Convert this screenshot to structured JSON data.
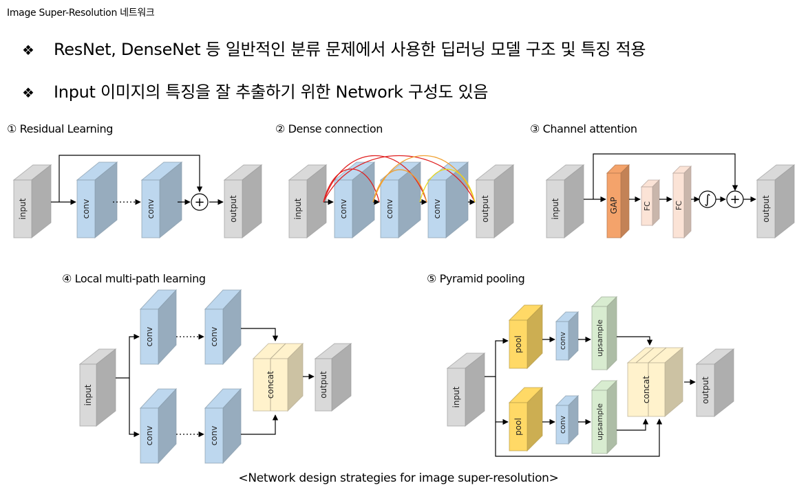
{
  "header": {
    "title": "Image Super-Resolution 네트워크"
  },
  "bullets": [
    {
      "mark": "❖",
      "text": "ResNet, DenseNet 등 일반적인 분류 문제에서 사용한 딥러닝 모델 구조 및 특징 적용"
    },
    {
      "mark": "❖",
      "text": "Input 이미지의 특징을 잘 추출하기 위한 Network 구성도 있음"
    }
  ],
  "sections": {
    "residual": {
      "title": "① Residual Learning",
      "input": "input",
      "conv": "conv",
      "output": "output"
    },
    "dense": {
      "title": "② Dense connection",
      "input": "input",
      "conv": "conv",
      "output": "output"
    },
    "channel": {
      "title": "③ Channel attention",
      "input": "input",
      "gap": "GAP",
      "fc": "FC",
      "output": "output"
    },
    "multipath": {
      "title": "④ Local multi-path learning",
      "input": "input",
      "conv": "conv",
      "concat": "concat",
      "output": "output"
    },
    "pyramid": {
      "title": "⑤ Pyramid pooling",
      "input": "input",
      "pool": "pool",
      "conv": "conv",
      "upsample": "upsample",
      "concat": "concat",
      "output": "output"
    }
  },
  "symbols": {
    "plus": "+",
    "sigmoid": "∫"
  },
  "caption": "<Network design strategies for image super-resolution>",
  "colors": {
    "gray": "#d9d9d9",
    "blue": "#bdd7ee",
    "orange": "#f4a36b",
    "peach": "#fbe3d6",
    "yellow": "#ffd966",
    "cream": "#fff2cc",
    "green": "#d8ecd0",
    "dense_red": "#e02020",
    "dense_orange": "#f0a030",
    "dense_yellow": "#e8d820",
    "dense_green": "#6ab04c"
  }
}
